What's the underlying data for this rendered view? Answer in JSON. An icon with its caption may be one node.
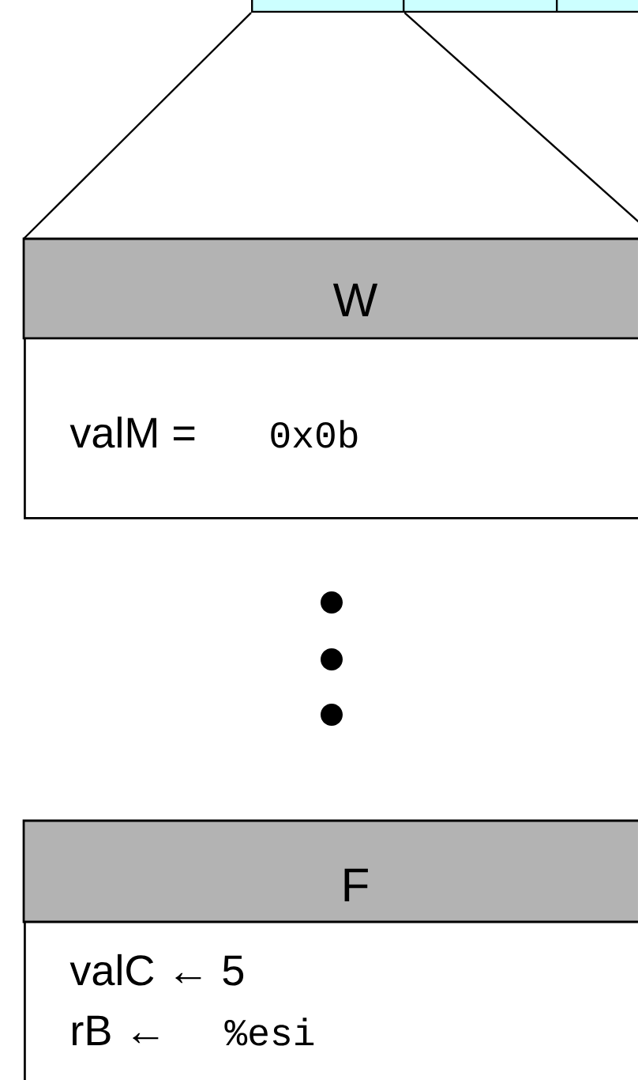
{
  "diagram": {
    "nodes": [
      {
        "text": [],
        "shape": "box"
      },
      {
        "text": [],
        "shape": "box"
      },
      {
        "text": [],
        "shape": "box"
      },
      {
        "text": [
          "W",
          "valM =",
          "0x0b"
        ]
      },
      {
        "text": [
          "F",
          "valC ← 5",
          "rB ←",
          "%esi"
        ]
      }
    ],
    "edges": [
      {
        "from": 0,
        "to": 3,
        "arrow": "none"
      },
      {
        "from": 0,
        "to": 3,
        "arrow": "none"
      }
    ]
  }
}
